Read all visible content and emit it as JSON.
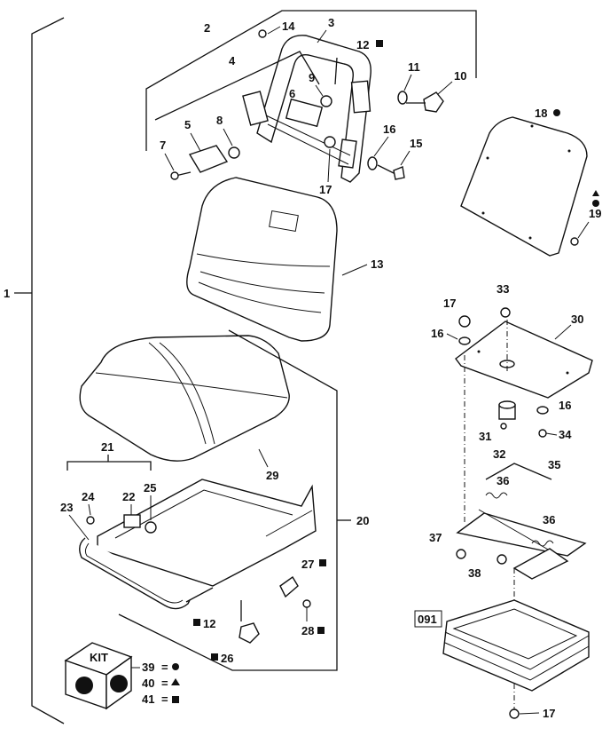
{
  "labels": {
    "l1": "1",
    "l2": "2",
    "l3": "3",
    "l4": "4",
    "l5": "5",
    "l6": "6",
    "l7": "7",
    "l8": "8",
    "l9": "9",
    "l10": "10",
    "l11": "11",
    "l12a": "12",
    "l13": "13",
    "l14": "14",
    "l15": "15",
    "l16a": "16",
    "l17a": "17",
    "l18": "18",
    "l19": "19",
    "l20": "20",
    "l21": "21",
    "l22": "22",
    "l23": "23",
    "l24": "24",
    "l25": "25",
    "l26": "26",
    "l27": "27",
    "l28": "28",
    "l29": "29",
    "l30": "30",
    "l31": "31",
    "l32": "32",
    "l33": "33",
    "l34": "34",
    "l35": "35",
    "l36a": "36",
    "l36b": "36",
    "l37": "37",
    "l38": "38",
    "l16b": "16",
    "l16c": "16",
    "l17b": "17",
    "l17c": "17",
    "l12b": "12"
  },
  "ref_box": "091",
  "kit": {
    "box_text": "KIT",
    "legend": [
      {
        "num": "39",
        "eq": "=",
        "symbol": "circle"
      },
      {
        "num": "40",
        "eq": "=",
        "symbol": "triangle"
      },
      {
        "num": "41",
        "eq": "=",
        "symbol": "square"
      }
    ]
  }
}
